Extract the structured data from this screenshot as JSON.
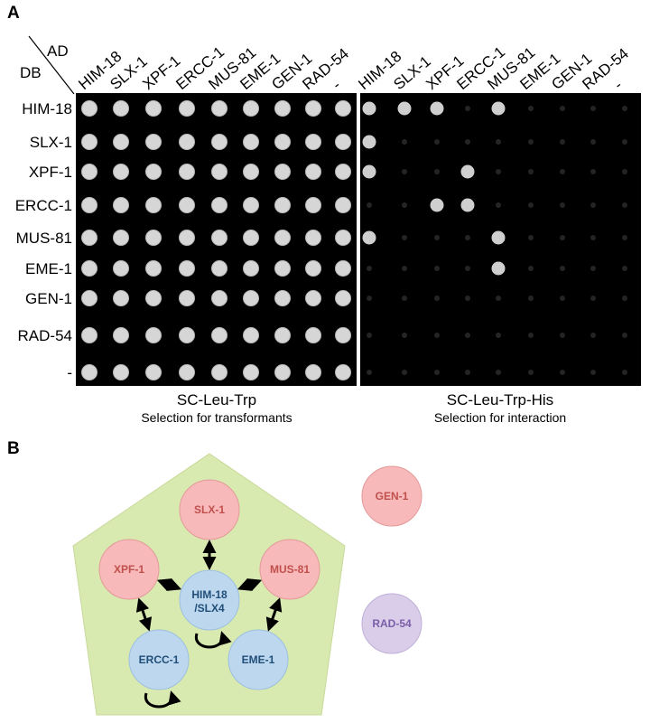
{
  "panels": {
    "a": {
      "letter": "A"
    },
    "b": {
      "letter": "B"
    }
  },
  "corner": {
    "ad": "AD",
    "db": "DB"
  },
  "columns": [
    "HIM-18",
    "SLX-1",
    "XPF-1",
    "ERCC-1",
    "MUS-81",
    "EME-1",
    "GEN-1",
    "RAD-54",
    "-"
  ],
  "rows": [
    "HIM-18",
    "SLX-1",
    "XPF-1",
    "ERCC-1",
    "MUS-81",
    "EME-1",
    "GEN-1",
    "RAD-54",
    "-"
  ],
  "plates": [
    {
      "title": "SC-Leu-Trp",
      "subtitle": "Selection for transformants"
    },
    {
      "title": "SC-Leu-Trp-His",
      "subtitle": "Selection for interaction"
    }
  ],
  "growth": {
    "transformants": [
      [
        1,
        1,
        1,
        1,
        1,
        1,
        1,
        1,
        1
      ],
      [
        1,
        1,
        1,
        1,
        1,
        1,
        1,
        1,
        1
      ],
      [
        1,
        1,
        1,
        1,
        1,
        1,
        1,
        1,
        1
      ],
      [
        1,
        1,
        1,
        1,
        1,
        1,
        1,
        1,
        1
      ],
      [
        1,
        1,
        1,
        1,
        1,
        1,
        1,
        1,
        1
      ],
      [
        1,
        1,
        1,
        1,
        1,
        1,
        1,
        1,
        1
      ],
      [
        1,
        1,
        1,
        1,
        1,
        1,
        1,
        1,
        1
      ],
      [
        1,
        1,
        1,
        1,
        1,
        1,
        1,
        1,
        1
      ],
      [
        1,
        1,
        1,
        1,
        1,
        1,
        1,
        1,
        1
      ]
    ],
    "interaction": [
      [
        1,
        1,
        1,
        0,
        1,
        0,
        0,
        0,
        0
      ],
      [
        1,
        0,
        0,
        0,
        0,
        0,
        0,
        0,
        0
      ],
      [
        1,
        0,
        0,
        1,
        0,
        0,
        0,
        0,
        0
      ],
      [
        0,
        0,
        1,
        1,
        0,
        0,
        0,
        0,
        0
      ],
      [
        1,
        0,
        0,
        0,
        1,
        0,
        0,
        0,
        0
      ],
      [
        0,
        0,
        0,
        0,
        1,
        0,
        0,
        0,
        0
      ],
      [
        0,
        0,
        0,
        0,
        0,
        0,
        0,
        0,
        0
      ],
      [
        0,
        0,
        0,
        0,
        0,
        0,
        0,
        0,
        0
      ],
      [
        0,
        0,
        0,
        0,
        0,
        0,
        0,
        0,
        0
      ]
    ]
  },
  "network": {
    "nodes": [
      {
        "id": "slx1",
        "label": "SLX-1",
        "group": "red"
      },
      {
        "id": "xpf1",
        "label": "XPF-1",
        "group": "red"
      },
      {
        "id": "mus81",
        "label": "MUS-81",
        "group": "red"
      },
      {
        "id": "him18",
        "label": "HIM-18",
        "label2": "/SLX4",
        "group": "blue"
      },
      {
        "id": "ercc1",
        "label": "ERCC-1",
        "group": "blue"
      },
      {
        "id": "eme1",
        "label": "EME-1",
        "group": "blue"
      },
      {
        "id": "gen1",
        "label": "GEN-1",
        "group": "red"
      },
      {
        "id": "rad54",
        "label": "RAD-54",
        "group": "purple"
      }
    ],
    "interactions": [
      [
        "him18",
        "slx1"
      ],
      [
        "him18",
        "xpf1"
      ],
      [
        "him18",
        "mus81"
      ],
      [
        "xpf1",
        "ercc1"
      ],
      [
        "mus81",
        "eme1"
      ]
    ],
    "self_interactions": [
      "him18",
      "ercc1"
    ],
    "colors": {
      "red": {
        "fill": "#f7b9b9",
        "stroke": "#e49a9a",
        "text": "#c0504d"
      },
      "blue": {
        "fill": "#bdd7ee",
        "stroke": "#9dbfe0",
        "text": "#1f4e79"
      },
      "purple": {
        "fill": "#d9cdea",
        "stroke": "#bfb0d8",
        "text": "#7b5ea7"
      },
      "pentagon": "#d8eab0"
    }
  }
}
